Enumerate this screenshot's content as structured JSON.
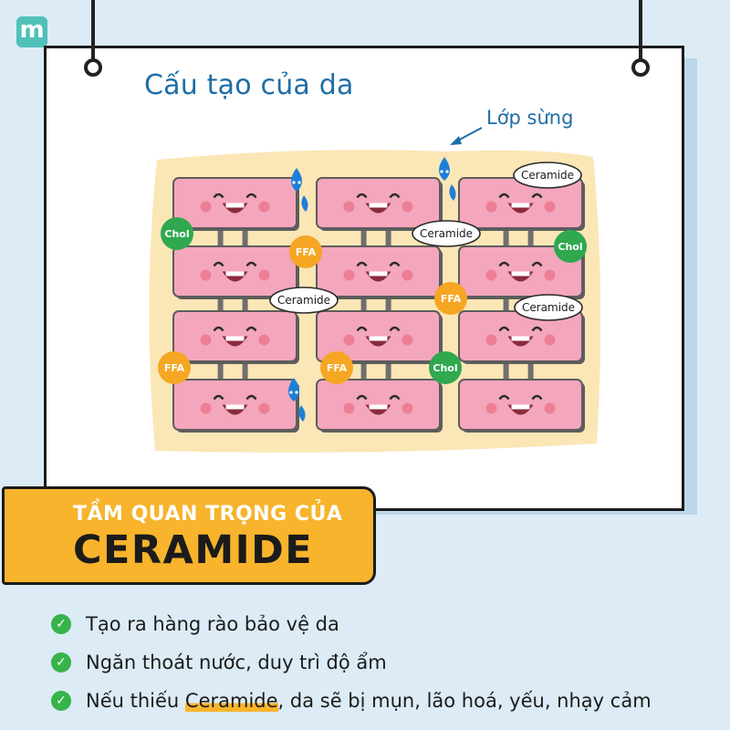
{
  "brand": {
    "logo_letter": "m"
  },
  "diagram": {
    "title": "Cấu tạo của da",
    "stratum_label": "Lớp sừng",
    "cell_rows": 4,
    "cell_cols": 3,
    "lipids": [
      {
        "type": "ceramide",
        "label": "Ceramide"
      },
      {
        "type": "ceramide",
        "label": "Ceramide"
      },
      {
        "type": "ceramide",
        "label": "Ceramide"
      },
      {
        "type": "ceramide",
        "label": "Ceramide"
      },
      {
        "type": "chol",
        "label": "Chol"
      },
      {
        "type": "chol",
        "label": "Chol"
      },
      {
        "type": "chol",
        "label": "Chol"
      },
      {
        "type": "ffa",
        "label": "FFA"
      },
      {
        "type": "ffa",
        "label": "FFA"
      },
      {
        "type": "ffa",
        "label": "FFA"
      },
      {
        "type": "ffa",
        "label": "FFA"
      }
    ],
    "colors": {
      "background_lipid": "#fbe6b6",
      "cell": "#f4a6bc",
      "chol": "#2fa84f",
      "ffa": "#f5a623",
      "water": "#1e7fd8",
      "title": "#1f6ea6"
    }
  },
  "banner": {
    "subtitle": "TẦM QUAN TRỌNG CỦA",
    "title": "CERAMIDE"
  },
  "bullets": [
    {
      "text": "Tạo ra hàng rào bảo vệ da"
    },
    {
      "text": "Ngăn thoát nước, duy trì độ ẩm"
    },
    {
      "pre": "Nếu thiếu ",
      "highlight": "Ceramide",
      "post": ", da sẽ bị mụn, lão hoá, yếu, nhạy cảm"
    }
  ]
}
